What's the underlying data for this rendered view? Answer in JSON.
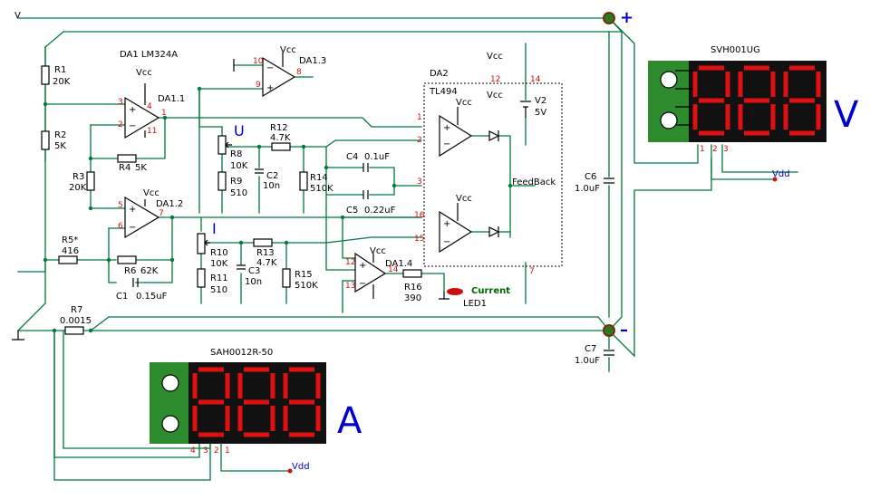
{
  "rails": {
    "top_left": "V",
    "plus": "+",
    "minus": "–"
  },
  "voltmeter": {
    "model": "SVH001UG",
    "unit": "V",
    "pins": [
      "1",
      "2",
      "3"
    ],
    "vdd": "Vdd",
    "colors": {
      "pcb": "#2d8b2d",
      "body": "#111111",
      "segment": "#e01010"
    }
  },
  "ammeter": {
    "model": "SAH0012R-50",
    "unit": "A",
    "pins": [
      "4",
      "3",
      "2",
      "1"
    ],
    "vdd": "Vdd"
  },
  "chips": {
    "da1": "DA1  LM324A",
    "da1_1": "DA1.1",
    "da1_2": "DA1.2",
    "da1_3": "DA1.3",
    "da1_4": "DA1.4",
    "da2": "DA2",
    "tl494": "TL494",
    "vcc": "Vcc",
    "feedback": "FeedBack",
    "controls": {
      "u": "U",
      "i": "I"
    }
  },
  "pins": {
    "da1_1": {
      "p3": "3",
      "p2": "2",
      "p4": "4",
      "p11": "11",
      "p1": "1"
    },
    "da1_2": {
      "p5": "5",
      "p6": "6",
      "p7": "7"
    },
    "da1_3": {
      "p10": "10",
      "p9": "9",
      "p8": "8"
    },
    "da1_4": {
      "p12": "12",
      "p13": "13",
      "p14": "14"
    },
    "da2": {
      "p1": "1",
      "p2": "2",
      "p3": "3",
      "p16": "16",
      "p15": "15",
      "p12": "12",
      "p14": "14",
      "p7": "7"
    }
  },
  "components": {
    "r1": {
      "name": "R1",
      "value": "20K"
    },
    "r2": {
      "name": "R2",
      "value": "5K"
    },
    "r3": {
      "name": "R3",
      "value": "20K"
    },
    "r4": {
      "name": "R4",
      "value": "5K"
    },
    "r5": {
      "name": "R5*",
      "value": "416"
    },
    "r6": {
      "name": "R6",
      "value": "62K"
    },
    "c1": {
      "name": "C1",
      "value": "0.15uF"
    },
    "r7": {
      "name": "R7",
      "value": "0.0015"
    },
    "r8": {
      "name": "R8",
      "value": "10K"
    },
    "r9": {
      "name": "R9",
      "value": "510"
    },
    "c2": {
      "name": "C2",
      "value": "10n"
    },
    "r12": {
      "name": "R12",
      "value": "4.7K"
    },
    "r14": {
      "name": "R14",
      "value": "510K"
    },
    "c4": {
      "name": "C4",
      "value": "0.1uF"
    },
    "c5": {
      "name": "C5",
      "value": "0.22uF"
    },
    "r10": {
      "name": "R10",
      "value": "10K"
    },
    "r11": {
      "name": "R11",
      "value": "510"
    },
    "c3": {
      "name": "C3",
      "value": "10n"
    },
    "r13": {
      "name": "R13",
      "value": "4.7K"
    },
    "r15": {
      "name": "R15",
      "value": "510K"
    },
    "r16": {
      "name": "R16",
      "value": "390"
    },
    "led1": {
      "name": "LED1",
      "label": "Current"
    },
    "v2": {
      "name": "V2",
      "value": "5V"
    },
    "c6": {
      "name": "C6",
      "value": "1.0uF"
    },
    "c7": {
      "name": "C7",
      "value": "1.0uF"
    }
  }
}
